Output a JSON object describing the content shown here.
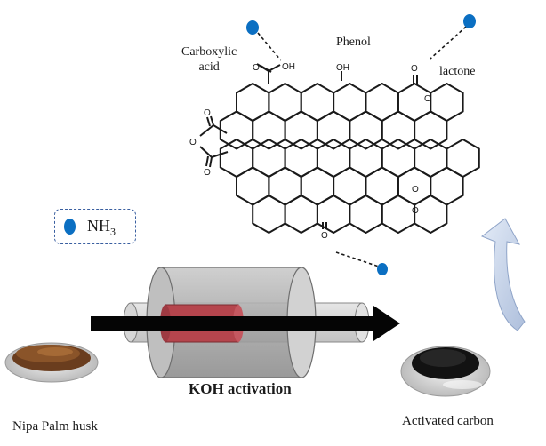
{
  "structure_labels": {
    "carboxylic": "Carboxylic",
    "acid": "acid",
    "phenol": "Phenol",
    "lactone": "lactone"
  },
  "atoms": {
    "o": "O",
    "oh": "OH"
  },
  "adsorbate": {
    "name": "NH",
    "subscript": "3"
  },
  "process": {
    "activation": "KOH activation",
    "input": "Nipa Palm husk",
    "output": "Activated carbon"
  },
  "colors": {
    "nh3": "#0b6fc2",
    "heating_zone": "#b5454d",
    "recycle_arrow": "#c9d6ea"
  }
}
